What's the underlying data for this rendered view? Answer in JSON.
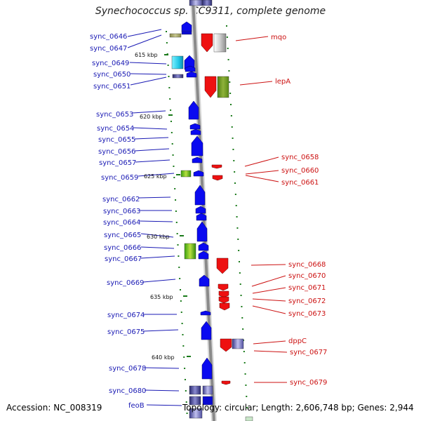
{
  "title": "Synechococcus sp. CC9311, complete genome",
  "footer": {
    "accession": "Accession: NC_008319",
    "summary": "Topology: circular; Length: 2,606,748 bp; Genes: 2,944"
  },
  "colors": {
    "forward": "#0a0af0",
    "reverse": "#ee1111",
    "backbone": "#8a8a8a",
    "tick": "#1a7a1a",
    "left_label": "#1a1ab4",
    "right_label": "#cc1111"
  },
  "kbp_ticks": [
    "615 kbp",
    "620 kbp",
    "625 kbp",
    "630 kbp",
    "635 kbp",
    "640 kbp"
  ],
  "left_labels": [
    "sync_0646",
    "sync_0647",
    "sync_0649",
    "sync_0650",
    "sync_0651",
    "sync_0653",
    "sync_0654",
    "sync_0655",
    "sync_0656",
    "sync_0657",
    "sync_0659",
    "sync_0662",
    "sync_0663",
    "sync_0664",
    "sync_0665",
    "sync_0666",
    "sync_0667",
    "sync_0669",
    "sync_0674",
    "sync_0675",
    "sync_0678",
    "sync_0680",
    "feoB"
  ],
  "right_labels": [
    "mqo",
    "lepA",
    "sync_0658",
    "sync_0660",
    "sync_0661",
    "sync_0668",
    "sync_0670",
    "sync_0671",
    "sync_0672",
    "sync_0673",
    "dppC",
    "sync_0677",
    "sync_0679"
  ]
}
